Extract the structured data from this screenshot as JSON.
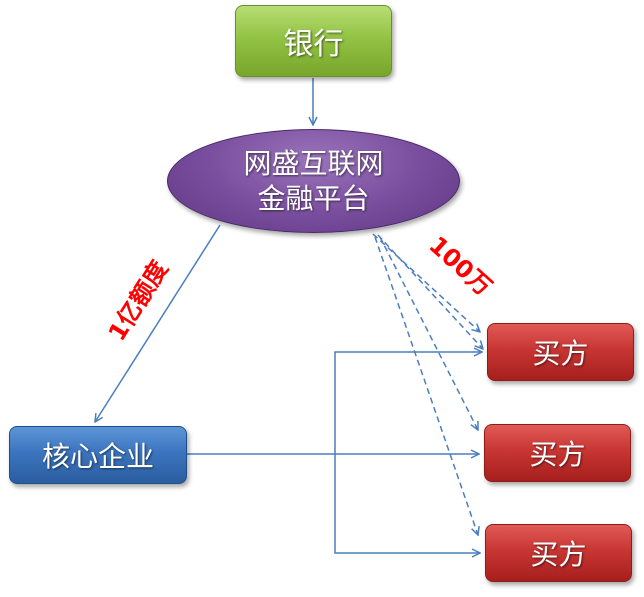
{
  "nodes": {
    "bank": "银行",
    "platform_line1": "网盛互联网",
    "platform_line2": "金融平台",
    "core": "核心企业",
    "buyers": [
      "买方",
      "买方",
      "买方"
    ]
  },
  "edge_labels": {
    "credit_line": "1亿额度",
    "per_buyer": "100万"
  },
  "colors": {
    "bank": "#8fc045",
    "platform": "#7b4f9f",
    "core": "#3c75bf",
    "buyer": "#c83633",
    "arrow": "#4a7ebf",
    "label": "#ff0000"
  }
}
